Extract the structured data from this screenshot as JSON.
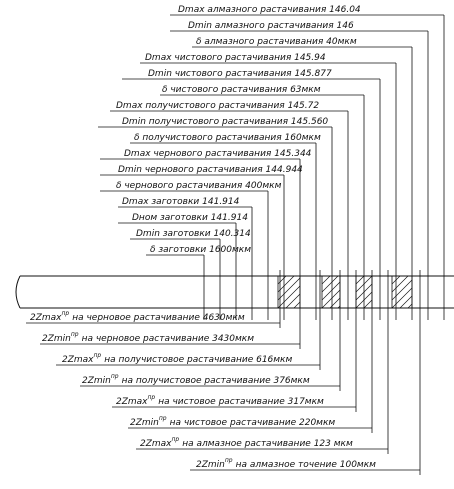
{
  "upper_labels": [
    "Dmax алмазного растачивания 146.04",
    "Dmin алмазного растачивания 146",
    "δ алмазного растачивания 40мкм",
    "Dmax чистового растачивания 145.94",
    "Dmin чистового растачивания 145.877",
    "δ чистового растачивания 63мкм",
    "Dmax получистового растачивания 145.72",
    "Dmin получистового растачивания 145.560",
    "δ получистового растачивания 160мкм",
    "Dmax чернового растачивания 145.344",
    "Dmin чернового растачивания 144.944",
    "δ чернового растачивания 400мкм",
    "Dmax заготовки 141.914",
    "Dном заготовки 141.914",
    "Dmin заготовки 140.314",
    "δ заготовки 1600мкм"
  ],
  "lower_labels": [
    {
      "prefix": "2Zmax",
      "sup": "пр",
      "text": "на черновое растачивание 4630мкм"
    },
    {
      "prefix": "2Zmin",
      "sup": "пр",
      "text": "на черновое растачивание 3430мкм"
    },
    {
      "prefix": "2Zmax",
      "sup": "пр",
      "text": "на получистовое растачивание 616мкм"
    },
    {
      "prefix": "2Zmin",
      "sup": "пр",
      "text": "на получистовое растачивание 376мкм"
    },
    {
      "prefix": "2Zmax",
      "sup": "пр",
      "text": "на чистовое растачивание 317мкм"
    },
    {
      "prefix": "2Zmin",
      "sup": "пр",
      "text": "на чистовое растачивание 220мкм"
    },
    {
      "prefix": "2Zmax",
      "sup": "пр",
      "text": "на алмазное растачивание 123 мкм"
    },
    {
      "prefix": "2Zmin",
      "sup": "пр",
      "text": "на алмазное точение 100мкм"
    }
  ]
}
